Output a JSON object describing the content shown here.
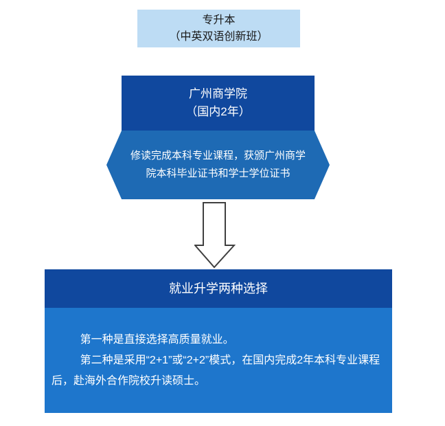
{
  "colors": {
    "light_blue": "#BDDCF4",
    "dark_blue": "#10489E",
    "medium_blue": "#1E6AB4",
    "bright_blue": "#1E76CC",
    "arrow_outline": "#3F3F3F",
    "arrow_fill": "#FFFFFF",
    "text_dark": "#1A1A1A",
    "text_light": "#FFFFFF"
  },
  "diagram": {
    "program_box": {
      "line1": "专升本",
      "line2": "（中英双语创新班）"
    },
    "school_box": {
      "line1": "广州商学院",
      "line2": "（国内2年）"
    },
    "requirement_banner": {
      "text": "修读完成本科专业课程，获颁广州商学院本科毕业证书和学士学位证书"
    },
    "arrow_icon": "down-arrow",
    "outcome_box": {
      "header": "就业升学两种选择",
      "paragraphs": [
        "第一种是直接选择高质量就业。",
        "第二种是采用“2+1”或“2+2”模式，在国内完成2年本科专业课程后，赴海外合作院校升读硕士。"
      ]
    }
  }
}
